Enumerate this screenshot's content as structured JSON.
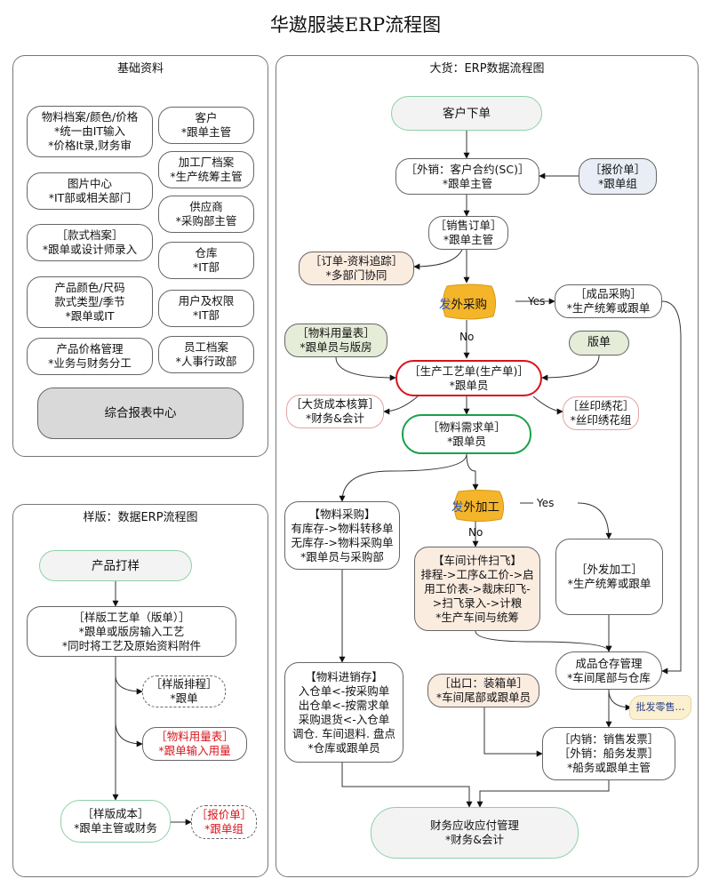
{
  "title": "华遨服装ERP流程图",
  "panels": {
    "base": "基础资料",
    "sample": "样版：数据ERP流程图",
    "bulk": "大货：ERP数据流程图"
  },
  "base": {
    "material": [
      "物料档案/颜色/价格",
      "*统一由IT输入",
      "*价格It录,财务审"
    ],
    "customer": [
      "客户",
      "*跟单主管"
    ],
    "factory": [
      "加工厂档案",
      "*生产统筹主管"
    ],
    "image": [
      "图片中心",
      "*IT部或相关部门"
    ],
    "supplier": [
      "供应商",
      "*采购部主管"
    ],
    "style": [
      "［款式档案］",
      "*跟单或设计师录入"
    ],
    "warehouse": [
      "仓库",
      "*IT部"
    ],
    "product": [
      "产品颜色/尺码",
      "款式类型/季节",
      "*跟单或IT"
    ],
    "users": [
      "用户及权限",
      "*IT部"
    ],
    "price": [
      "产品价格管理",
      "*业务与财务分工"
    ],
    "staff": [
      "员工档案",
      "*人事行政部"
    ],
    "report": "综合报表中心"
  },
  "sample": {
    "start": "产品打样",
    "craft": [
      "［样版工艺单（版单）］",
      "*跟单或版房输入工艺",
      "*同时将工艺及原始资料附件"
    ],
    "schedule": [
      "［样版排程］",
      "*跟单"
    ],
    "usage": [
      "［物料用量表］",
      "*跟单输入用量"
    ],
    "cost": [
      "［样版成本］",
      "*跟单主管或财务"
    ],
    "quote": [
      "［报价单］",
      "*跟单组"
    ]
  },
  "bulk": {
    "order": "客户下单",
    "contract": [
      "［外销：客户合约(SC)］",
      "*跟单主管"
    ],
    "quote": [
      "［报价单］",
      "*跟单组"
    ],
    "sales": [
      "［销售订单］",
      "*跟单主管"
    ],
    "tracking": [
      "［订单-资料追踪］",
      "*多部门协同"
    ],
    "outsource_purchase_prefix": "发",
    "outsource_purchase_rest": "外采购",
    "finished_purchase": [
      "［成品采购］",
      "*生产统筹或跟单"
    ],
    "yes1": "Yes",
    "no1": "No",
    "material_usage": [
      "［物料用量表］",
      "*跟单员与版房"
    ],
    "pattern": "版单",
    "production": [
      "［生产工艺单(生产单)］",
      "*跟单员"
    ],
    "bulk_cost": [
      "［大货成本核算］",
      "*财务&会计"
    ],
    "silk": [
      "［丝印绣花］",
      "*丝印绣花组"
    ],
    "material_demand": [
      "［物料需求单］",
      "*跟单员"
    ],
    "outsource_process_prefix": "发",
    "outsource_process_rest": "外加工",
    "yes2": "Yes",
    "no2": "No",
    "purchase": [
      "【物料采购】",
      "有库存->物料转移单",
      "无库存->物料采购单",
      "*跟单员与采购部"
    ],
    "workshop": [
      "【车间计件扫飞】",
      "排程->工序&工价->启",
      "用工价表->裁床印飞-",
      ">扫飞录入->计粮",
      "*生产车间与统筹"
    ],
    "external": [
      "［外发加工］",
      "*生产统筹或跟单"
    ],
    "inventory": [
      "【物料进销存】",
      "入仓单<-按采购单",
      "出仓单<-按需求单",
      "采购退货<-入仓单",
      "调仓. 车间退料. 盘点",
      "*仓库或跟单员"
    ],
    "shipment": [
      "［出口：装箱单］",
      "*车间尾部或跟单员"
    ],
    "finished_store": [
      "成品仓存管理",
      "*车间尾部与仓库"
    ],
    "wholesale": "批发零售…",
    "invoice": [
      "［内销：销售发票］",
      "［外销：船务发票］",
      "*船务或跟单主管"
    ],
    "finance": [
      "财务应收应付管理",
      "*财务&会计"
    ]
  }
}
